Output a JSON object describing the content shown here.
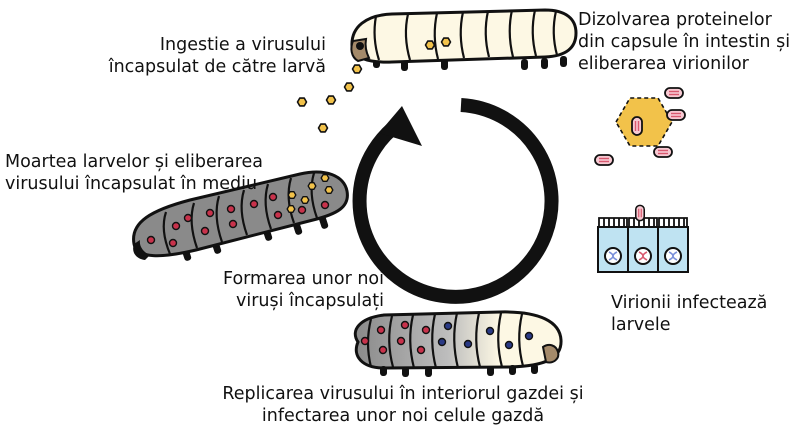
{
  "labels": {
    "ingestion": [
      "Ingestie a virusului",
      "încapsulat de către larvă"
    ],
    "dissolution": [
      "Dizolvarea proteinelor",
      "din capsule în intestin și",
      "eliberarea virionilor"
    ],
    "death": [
      "Moartea larvelor și eliberarea",
      "virusului încapsulat în mediu"
    ],
    "formation": [
      "Formarea unor noi",
      "viruși încapsulați"
    ],
    "infection": [
      "Virionii infectează",
      "larvele"
    ],
    "replication": [
      "Replicarea virusului în interiorul gazdei și",
      "infectarea unor noi celule gazdă"
    ]
  },
  "colors": {
    "larva_healthy": "#fdf8e4",
    "larva_sick": "#8a8a8a",
    "occlusion_body": "#f2c24a",
    "virion": "#f7c9d2",
    "virion_stripe": "#d8596f",
    "cell": "#bfe3f2",
    "cell_nucleus_dna": "#7a8fd9",
    "infected_dot": "#c8324b",
    "new_dot": "#2a3a86",
    "outline": "#111111"
  },
  "icons": {
    "cycle_arrow": "circular-arrow-icon",
    "larva": "larva-icon",
    "occlusion_body": "hexagon-icon",
    "virion": "rod-virion-icon",
    "gut_cells": "epithelial-cells-icon"
  }
}
